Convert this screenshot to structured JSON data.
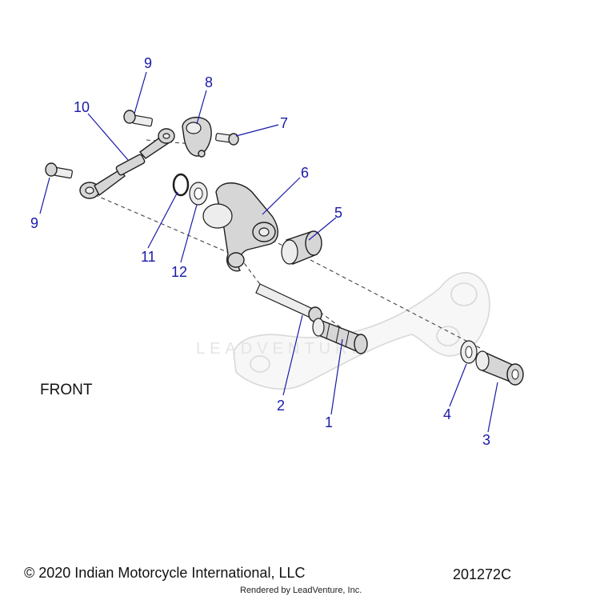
{
  "callouts": [
    {
      "id": "1",
      "label": "1"
    },
    {
      "id": "2",
      "label": "2"
    },
    {
      "id": "3",
      "label": "3"
    },
    {
      "id": "4",
      "label": "4"
    },
    {
      "id": "5",
      "label": "5"
    },
    {
      "id": "6",
      "label": "6"
    },
    {
      "id": "7",
      "label": "7"
    },
    {
      "id": "8",
      "label": "8"
    },
    {
      "id": "9a",
      "label": "9"
    },
    {
      "id": "9b",
      "label": "9"
    },
    {
      "id": "10",
      "label": "10"
    },
    {
      "id": "11",
      "label": "11"
    },
    {
      "id": "12",
      "label": "12"
    }
  ],
  "labels": {
    "front": "FRONT",
    "watermark": "LEADVENTURE",
    "copyright": "© 2020 Indian Motorcycle International, LLC",
    "diagram_code": "201272C",
    "rendered_by": "Rendered by LeadVenture, Inc."
  },
  "colors": {
    "callout": "#1a1aa8",
    "part_fill": "#d6d6d6",
    "ghost_fill": "#f7f7f7"
  }
}
